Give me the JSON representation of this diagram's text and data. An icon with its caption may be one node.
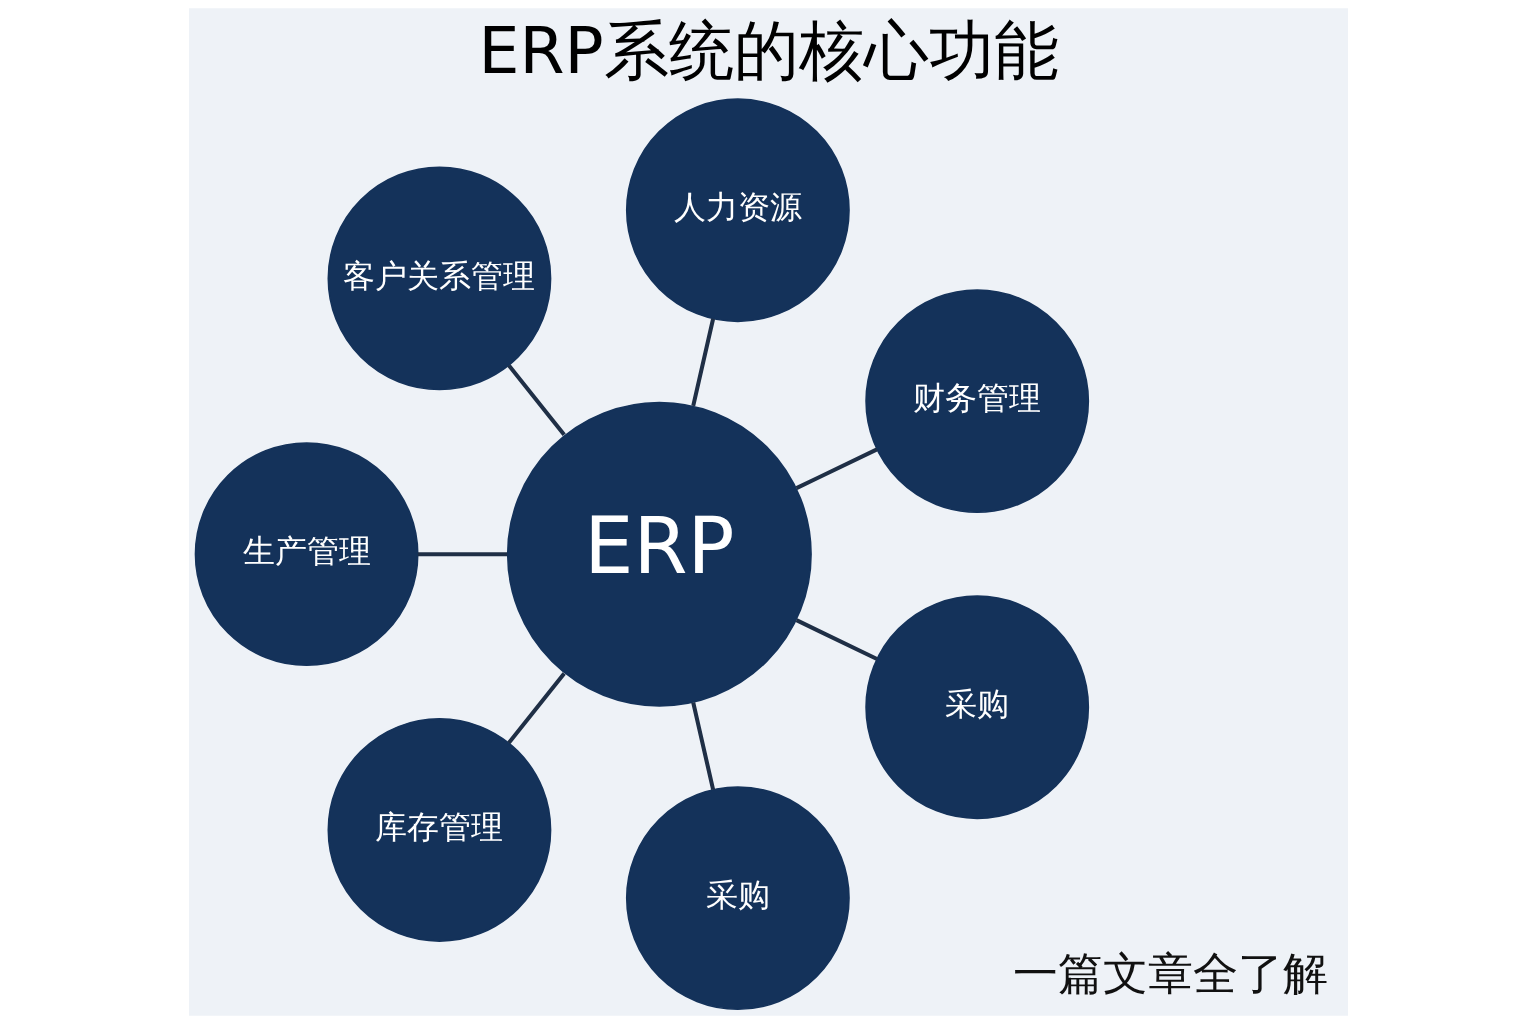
{
  "diagram": {
    "title": "ERP系统的核心功能",
    "nodes": [
      {
        "text": [
          "ERP"
        ]
      },
      {
        "text": [
          "财务管理"
        ]
      },
      {
        "text": [
          "人力资源"
        ]
      },
      {
        "text": [
          "客户关系管理"
        ]
      },
      {
        "text": [
          "生产管理"
        ]
      },
      {
        "text": [
          "库存管理"
        ]
      },
      {
        "text": [
          "采购"
        ]
      },
      {
        "text": [
          "采购"
        ]
      }
    ],
    "edges": [
      {
        "from": 0,
        "to": 1,
        "arrow": "none"
      },
      {
        "from": 0,
        "to": 2,
        "arrow": "none"
      },
      {
        "from": 0,
        "to": 3,
        "arrow": "none"
      },
      {
        "from": 0,
        "to": 4,
        "arrow": "none"
      },
      {
        "from": 0,
        "to": 5,
        "arrow": "none"
      },
      {
        "from": 0,
        "to": 6,
        "arrow": "none"
      },
      {
        "from": 0,
        "to": 7,
        "arrow": "none"
      }
    ],
    "labels": [
      "一篇文章全了解"
    ]
  }
}
